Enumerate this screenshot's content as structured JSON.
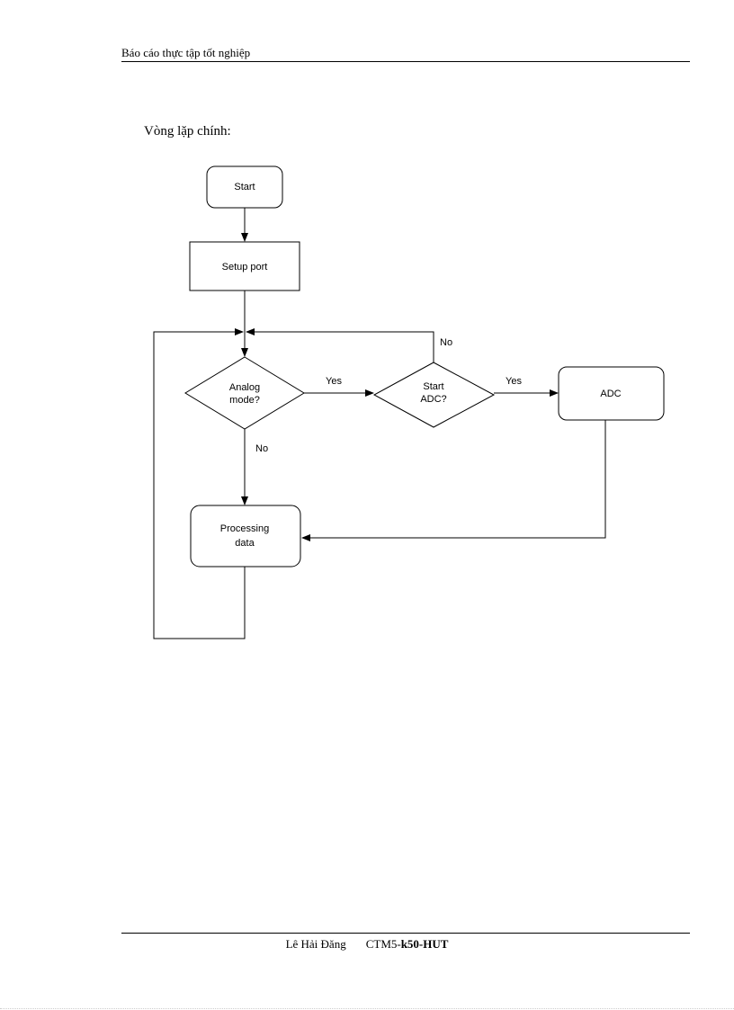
{
  "header": {
    "title": "Báo cáo thực tập tốt nghiệp"
  },
  "section": {
    "label": "Vòng lặp chính:"
  },
  "flowchart": {
    "start": "Start",
    "setup": "Setup port",
    "analog_q": [
      "Analog",
      "mode?"
    ],
    "start_adc_q": [
      "Start",
      "ADC?"
    ],
    "adc": "ADC",
    "processing": [
      "Processing",
      "data"
    ],
    "yes1": "Yes",
    "yes2": "Yes",
    "no_top": "No",
    "no_down": "No"
  },
  "footer": {
    "author": "Lê Hải Đăng",
    "class_prefix": "CTM5-",
    "class_bold": "k50-HUT"
  }
}
